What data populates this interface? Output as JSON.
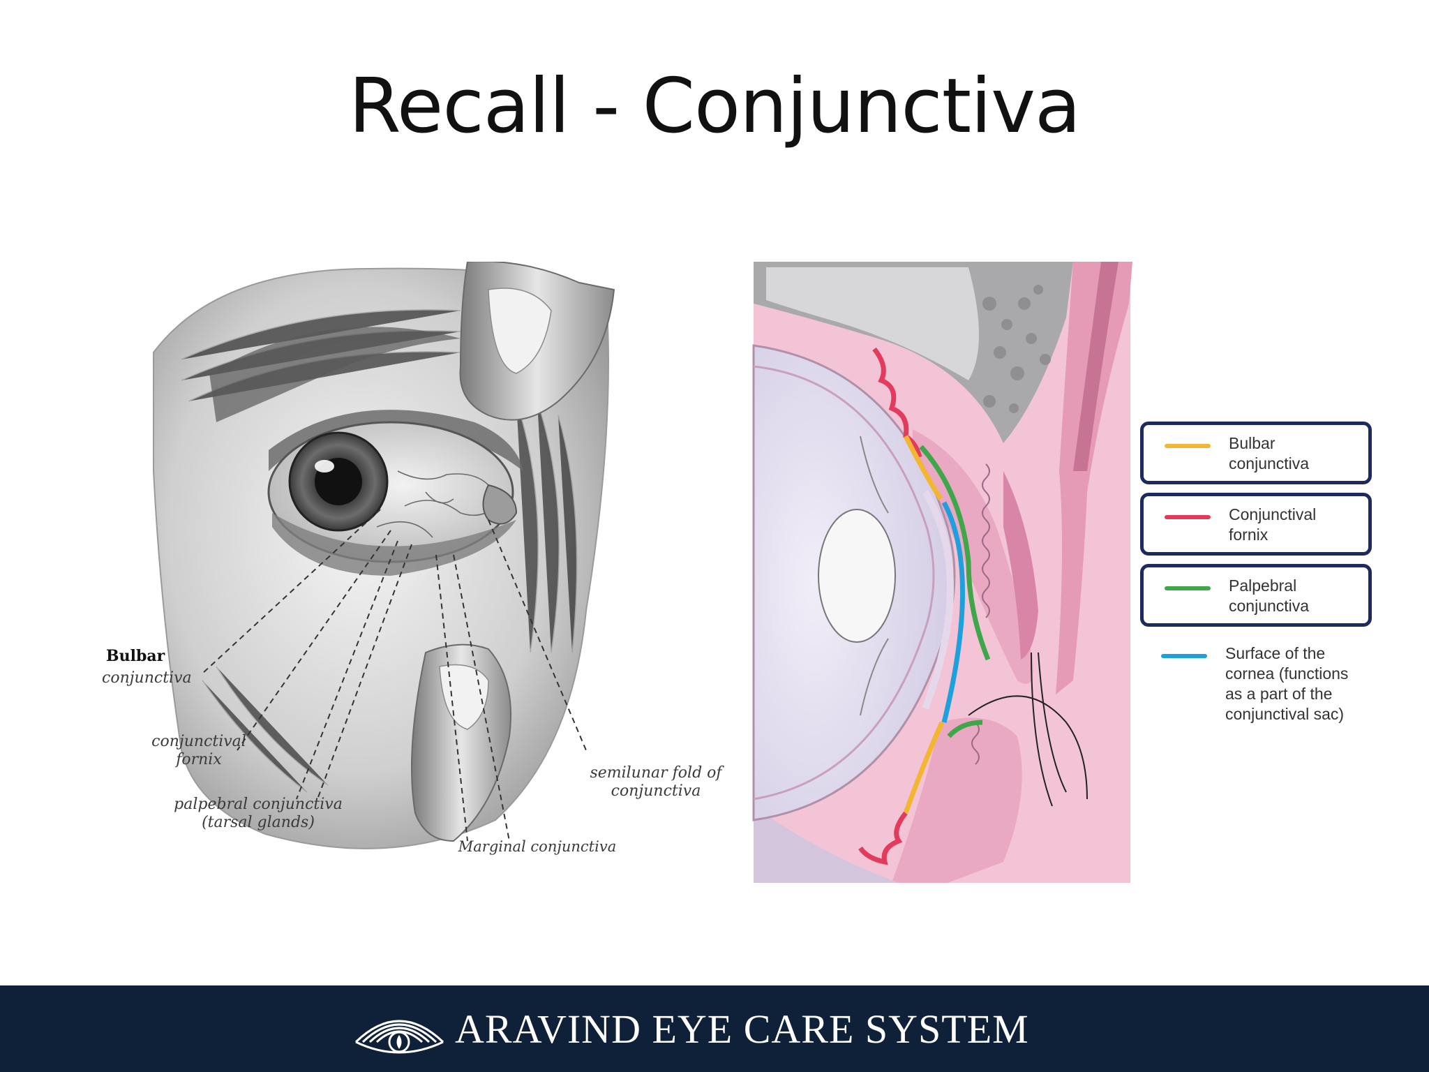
{
  "slide": {
    "title": "Recall - Conjunctiva"
  },
  "left_figure": {
    "labels": {
      "bulbar_line1": "Bulbar",
      "bulbar_line2": "conjunctiva",
      "fornix_line1": "conjunctival",
      "fornix_line2": "fornix",
      "palpebral_line1": "palpebral conjunctiva",
      "palpebral_line2": "(tarsal glands)",
      "semilunar_line1": "semilunar fold of",
      "semilunar_line2": "conjunctiva",
      "marginal": "Marginal conjunctiva"
    }
  },
  "legend": {
    "items": [
      {
        "line1": "Bulbar",
        "line2": "conjunctiva",
        "color": "#f2b632"
      },
      {
        "line1": "Conjunctival",
        "line2": "fornix",
        "color": "#e23b5c"
      },
      {
        "line1": "Palpebral",
        "line2": "conjunctiva",
        "color": "#3fa64a"
      }
    ],
    "note": {
      "line1": "Surface of the",
      "line2": "cornea (functions",
      "line3": "as a part of the",
      "line4": "conjunctival sac)",
      "color": "#1ea0dd"
    }
  },
  "footer": {
    "brand": "ARAVIND EYE CARE SYSTEM",
    "logo_icon": "aravind-eye-logo-icon",
    "background": "#0f2138"
  }
}
